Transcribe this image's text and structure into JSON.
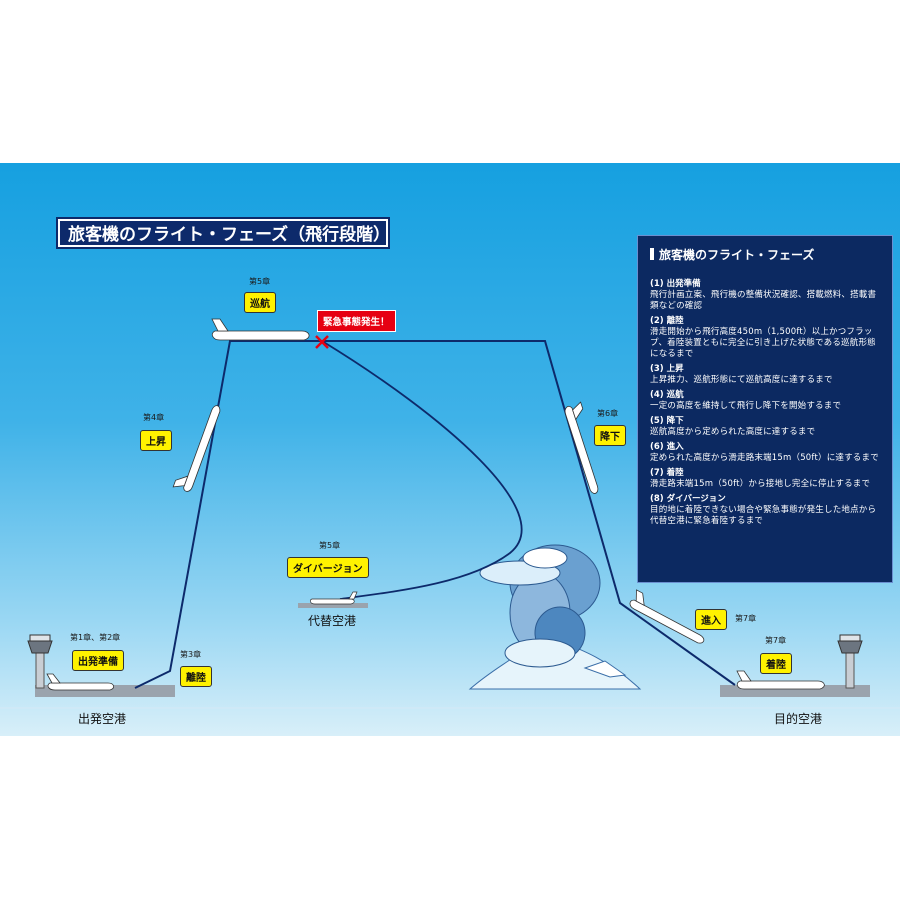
{
  "title": "旅客機のフライト・フェーズ（飛行段階）",
  "chapters": {
    "departure": "第1章、第2章",
    "takeoff": "第3章",
    "climb": "第4章",
    "cruise": "第5章",
    "diversion": "第5章",
    "descent": "第6章",
    "approach": "第7章",
    "landing": "第7章"
  },
  "callouts": {
    "preflight": "出発準備",
    "takeoff": "離陸",
    "climb": "上昇",
    "cruise": "巡航",
    "diversion": "ダイバージョン",
    "descent": "降下",
    "approach": "進入",
    "landing": "着陸"
  },
  "emergency_label": "緊急事態発生！",
  "airports": {
    "departure": "出発空港",
    "alternate": "代替空港",
    "destination": "目的空港"
  },
  "info_panel": {
    "title": "旅客機のフライト・フェーズ",
    "phases": [
      {
        "head": "(1) 出発準備",
        "desc": "飛行計画立案、飛行機の整備状況確認、搭載燃料、搭載書類などの確認"
      },
      {
        "head": "(2) 離陸",
        "desc": "滑走開始から飛行高度450m（1,500ft）以上かつフラップ、着陸装置ともに完全に引き上げた状態である巡航形態になるまで"
      },
      {
        "head": "(3) 上昇",
        "desc": "上昇推力、巡航形態にて巡航高度に達するまで"
      },
      {
        "head": "(4) 巡航",
        "desc": "一定の高度を維持して飛行し降下を開始するまで"
      },
      {
        "head": "(5) 降下",
        "desc": "巡航高度から定められた高度に達するまで"
      },
      {
        "head": "(6) 進入",
        "desc": "定められた高度から滑走路末端15m（50ft）に達するまで"
      },
      {
        "head": "(7) 着陸",
        "desc": "滑走路末端15m（50ft）から接地し完全に停止するまで"
      },
      {
        "head": "(8) ダイバージョン",
        "desc": "目的地に着陸できない場合や緊急事態が発生した地点から代替空港に緊急着陸するまで"
      }
    ]
  },
  "colors": {
    "sky_top": "#16a0e0",
    "path": "#0d2a6b",
    "callout": "#fff200",
    "emergency": "#e60012",
    "panel": "#0c2961"
  }
}
